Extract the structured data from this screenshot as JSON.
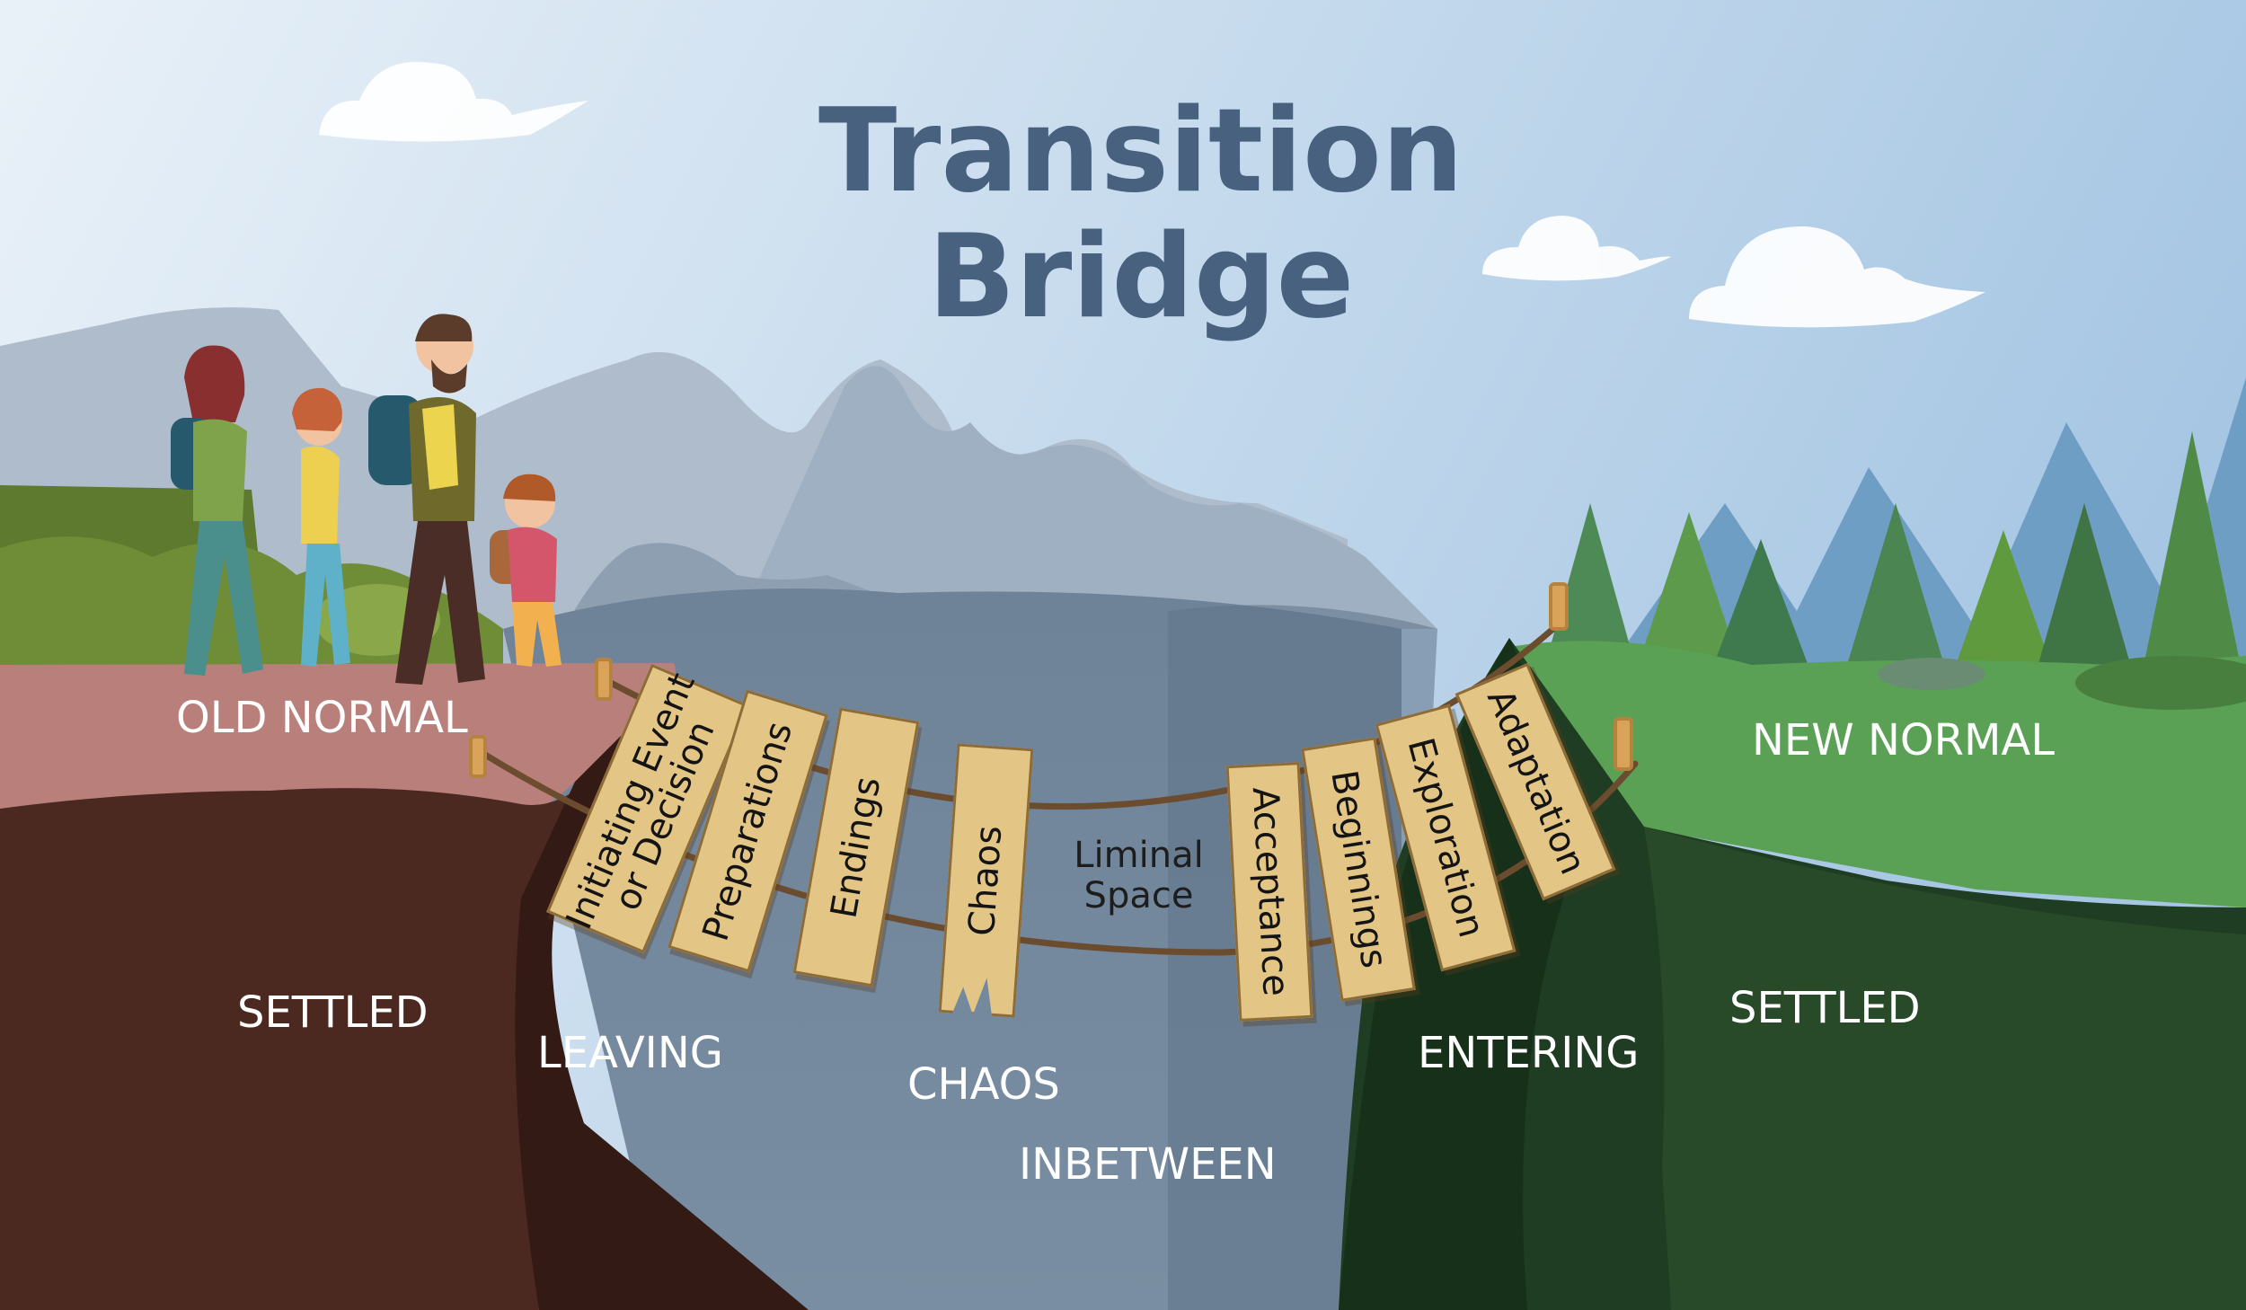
{
  "title": {
    "line1": "Transition",
    "line2": "Bridge"
  },
  "regions": {
    "old_normal": "OLD NORMAL",
    "new_normal": "NEW NORMAL",
    "settled_left": "SETTLED",
    "settled_right": "SETTLED",
    "leaving": "LEAVING",
    "chaos": "CHAOS",
    "inbetween": "INBETWEEN",
    "entering": "ENTERING"
  },
  "liminal": {
    "line1": "Liminal",
    "line2": "Space"
  },
  "planks": [
    {
      "line1": "Initiating Event",
      "line2": "or Decision"
    },
    {
      "line1": "Preparations",
      "line2": ""
    },
    {
      "line1": "Endings",
      "line2": ""
    },
    {
      "line1": "Chaos",
      "line2": ""
    },
    {
      "line1": "Acceptance",
      "line2": ""
    },
    {
      "line1": "Beginnings",
      "line2": ""
    },
    {
      "line1": "Exploration",
      "line2": ""
    },
    {
      "line1": "Adaptation",
      "line2": ""
    }
  ],
  "colors": {
    "title": "#47617f",
    "plank": "#e3c686",
    "left_cliff": "#4b2921",
    "right_cliff": "#1f3d22",
    "sky": "#cfe0ef"
  },
  "icons": [
    "cloud-icon",
    "family-hikers-icon",
    "mountain-icon",
    "pine-tree-icon",
    "rope-post-icon"
  ]
}
